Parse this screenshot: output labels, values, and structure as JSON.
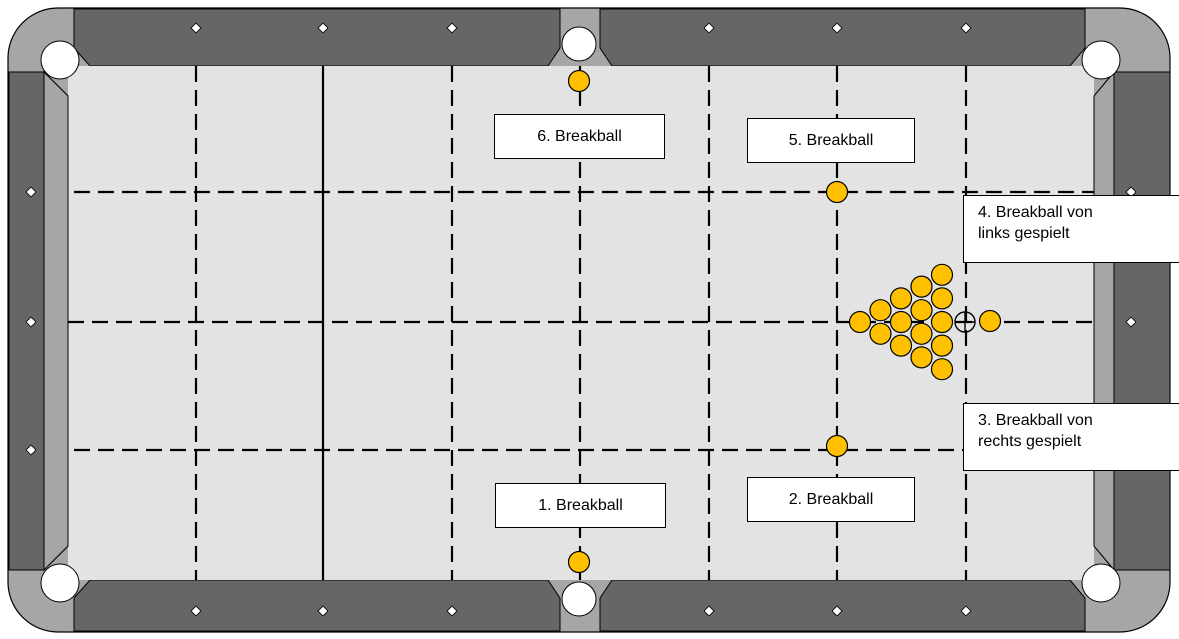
{
  "colors": {
    "frame": "#a6a6a6",
    "rail": "#666666",
    "cloth": "#e3e3e3",
    "pocket": "#ffffff",
    "ball": "#ffc000",
    "ball_outline": "#000000",
    "line": "#000000",
    "label_bg": "#ffffff"
  },
  "labels": {
    "breakball_6": "6. Breakball",
    "breakball_5": "5. Breakball",
    "breakball_4_line1": "4. Breakball von",
    "breakball_4_line2": "links gespielt",
    "breakball_3_line1": "3. Breakball von",
    "breakball_3_line2": "rechts gespielt",
    "breakball_2": "2. Breakball",
    "breakball_1": "1. Breakball"
  },
  "icons": {
    "diamond": "diamond-marker",
    "pocket": "pocket",
    "foot_spot": "crosshair-spot",
    "ball": "ball"
  },
  "rack_ball_count": 15,
  "breakball_count": 6
}
